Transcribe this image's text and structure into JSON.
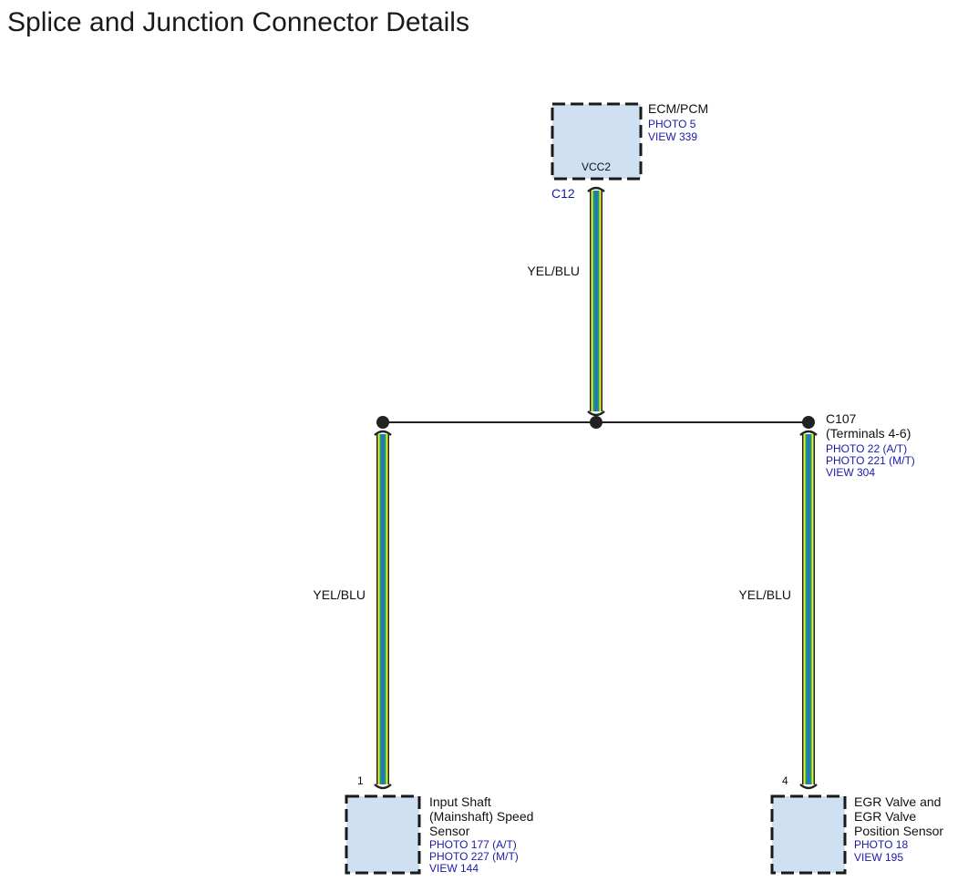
{
  "title": "Splice and Junction Connector Details",
  "colors": {
    "box_fill": "#cfe0f2",
    "box_border": "#1a1a1a",
    "wire_yellow": "#eeee33",
    "wire_green": "#17a35a",
    "wire_blue": "#2a6fd0",
    "wire_outline": "#222222",
    "ref_text": "#1a1aaa"
  },
  "ecm": {
    "name": "ECM/PCM",
    "photo": "PHOTO 5",
    "view": "VIEW 339",
    "terminal": "VCC2",
    "connector": "C12"
  },
  "junction": {
    "name": "C107",
    "terminals": "(Terminals 4-6)",
    "photo1": "PHOTO 22 (A/T)",
    "photo2": "PHOTO 221 (M/T)",
    "view": "VIEW 304"
  },
  "wires": {
    "top": "YEL/BLU",
    "left": "YEL/BLU",
    "right": "YEL/BLU"
  },
  "left_sensor": {
    "pin": "1",
    "name_line1": "Input Shaft",
    "name_line2": "(Mainshaft) Speed",
    "name_line3": "Sensor",
    "photo1": "PHOTO 177 (A/T)",
    "photo2": "PHOTO 227 (M/T)",
    "view": "VIEW 144"
  },
  "right_sensor": {
    "pin": "4",
    "name_line1": "EGR Valve and",
    "name_line2": "EGR Valve",
    "name_line3": "Position Sensor",
    "photo": "PHOTO 18",
    "view": "VIEW 195"
  }
}
